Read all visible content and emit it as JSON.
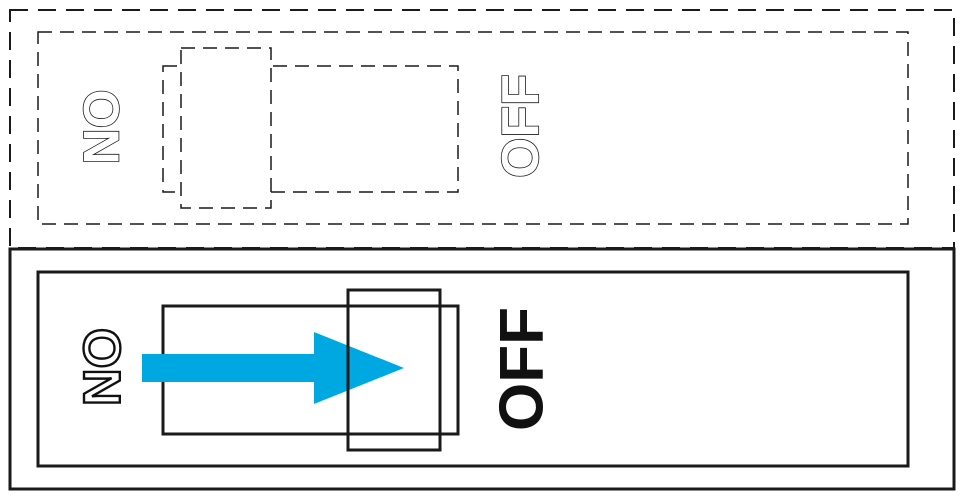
{
  "switch_before": {
    "on_label": "ON",
    "off_label": "OFF",
    "state": "off"
  },
  "switch_after": {
    "on_label": "ON",
    "off_label": "OFF",
    "state": "off"
  },
  "colors": {
    "line": "#1a1a1a",
    "arrow": "#00a8e1",
    "background": "#ffffff"
  },
  "icons": {
    "direction": "arrow-right-icon"
  }
}
